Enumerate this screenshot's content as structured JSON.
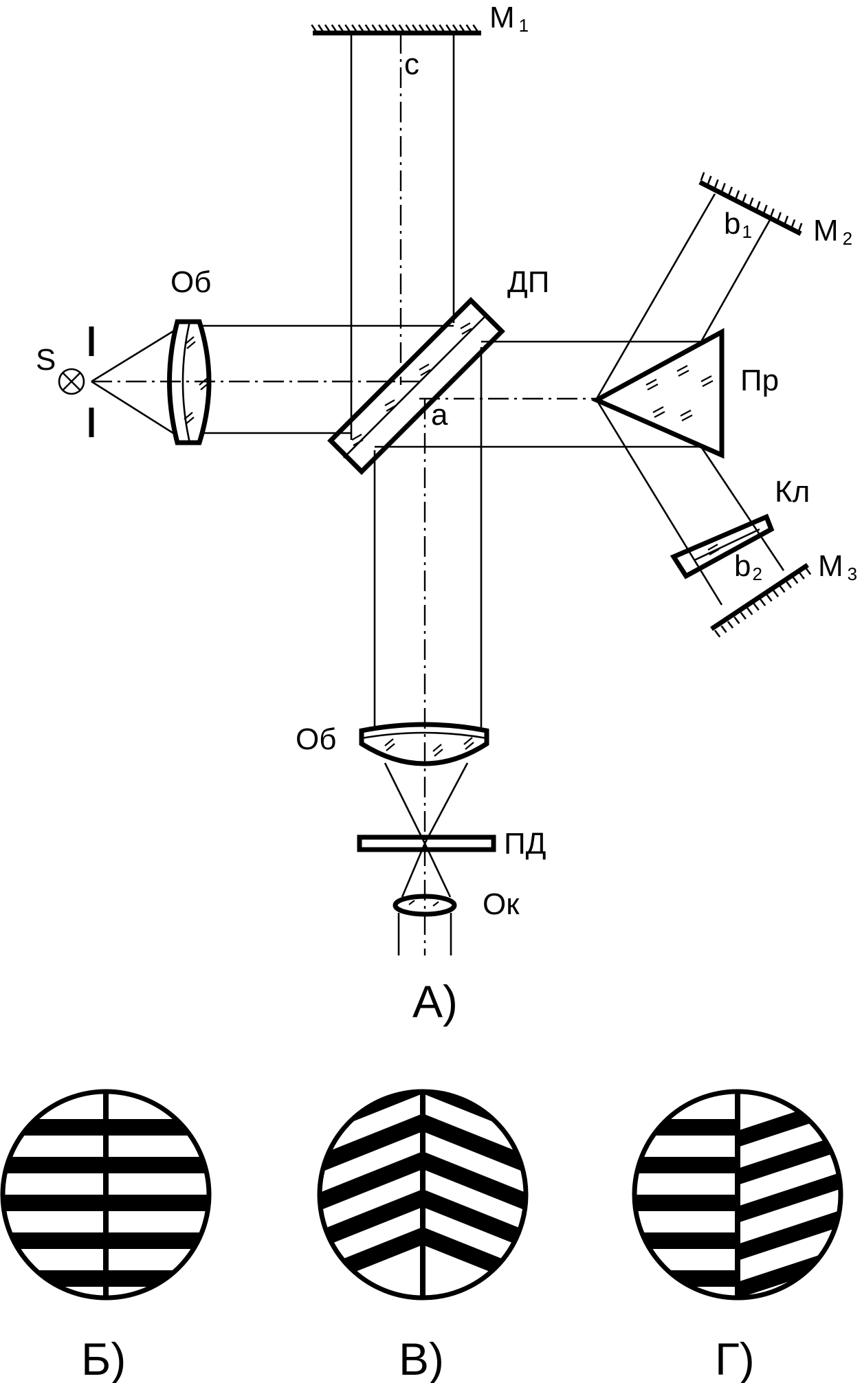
{
  "labels": {
    "m1": "M",
    "m1_sub": "1",
    "m2": "M",
    "m2_sub": "2",
    "m3": "M",
    "m3_sub": "3",
    "c": "c",
    "a": "a",
    "b1": "b",
    "b1_sub": "1",
    "b2": "b",
    "b2_sub": "2",
    "ob_top": "Об",
    "dp": "ДП",
    "pr": "Пр",
    "kl": "Кл",
    "s": "S",
    "ob_bottom": "Об",
    "pd": "ПД",
    "ok": "Ок"
  },
  "panels": {
    "a": "А)",
    "b": "Б)",
    "v": "В)",
    "g": "Г)"
  },
  "colors": {
    "ink": "#000000",
    "paper": "#ffffff"
  }
}
